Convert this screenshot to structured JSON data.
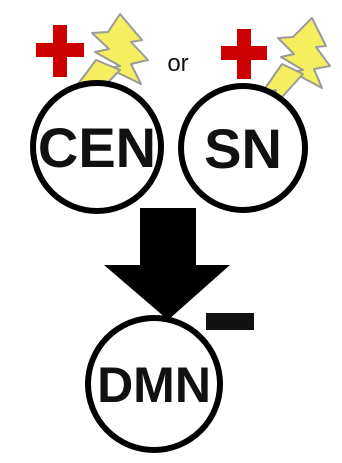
{
  "nodes": {
    "cen": {
      "label": "CEN",
      "sign": "+"
    },
    "sn": {
      "label": "SN",
      "sign": "+"
    },
    "dmn": {
      "label": "DMN",
      "sign": "−"
    }
  },
  "connector": {
    "text": "or"
  },
  "icons": {
    "stimulation": "lightning-bolt-icon",
    "increase": "plus-icon",
    "decrease": "minus-icon",
    "effect": "down-arrow-icon"
  },
  "colors": {
    "plus": "#cc0000",
    "minus": "#111111",
    "bolt_fill": "#f5ef60",
    "bolt_stroke": "#9a9a9a",
    "circle_stroke": "#000000",
    "arrow": "#000000",
    "text": "#111111"
  }
}
